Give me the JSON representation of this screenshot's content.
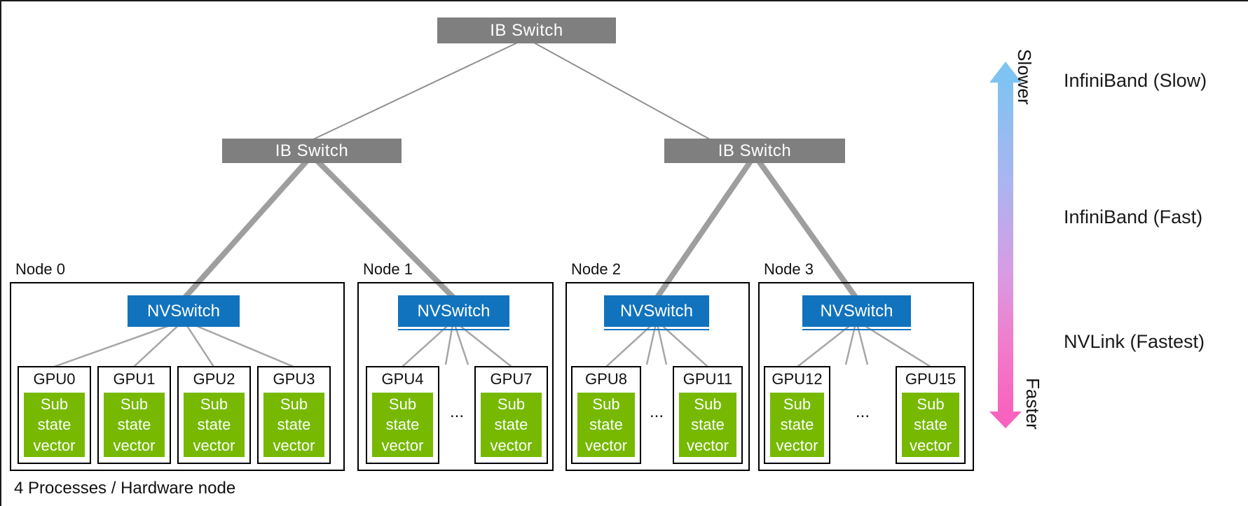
{
  "diagram": {
    "root_switch_label": "IB Switch",
    "left_switch_label": "IB Switch",
    "right_switch_label": "IB Switch",
    "nvswitch_label": "NVSwitch",
    "sub_state_vector_label": "Sub state vector",
    "ellipsis": "...",
    "caption": "4 Processes / Hardware node",
    "nodes": [
      {
        "label": "Node 0",
        "gpus": [
          "GPU0",
          "GPU1",
          "GPU2",
          "GPU3"
        ]
      },
      {
        "label": "Node 1",
        "gpus": [
          "GPU4",
          "GPU7"
        ]
      },
      {
        "label": "Node 2",
        "gpus": [
          "GPU8",
          "GPU11"
        ]
      },
      {
        "label": "Node 3",
        "gpus": [
          "GPU12",
          "GPU15"
        ]
      }
    ]
  },
  "legend": {
    "arrow_top_label": "Slower",
    "arrow_bottom_label": "Faster",
    "tiers": [
      "InfiniBand (Slow)",
      "InfiniBand (Fast)",
      "NVLink (Fastest)"
    ]
  },
  "colors": {
    "switch_gray": "#7F7F7F",
    "nvswitch_blue": "#1173BE",
    "nvidia_green": "#76B900",
    "connector_gray": "#A6A6A6",
    "arrow_gradient_top": "#7FC3F2",
    "arrow_gradient_bottom": "#F763BE"
  }
}
